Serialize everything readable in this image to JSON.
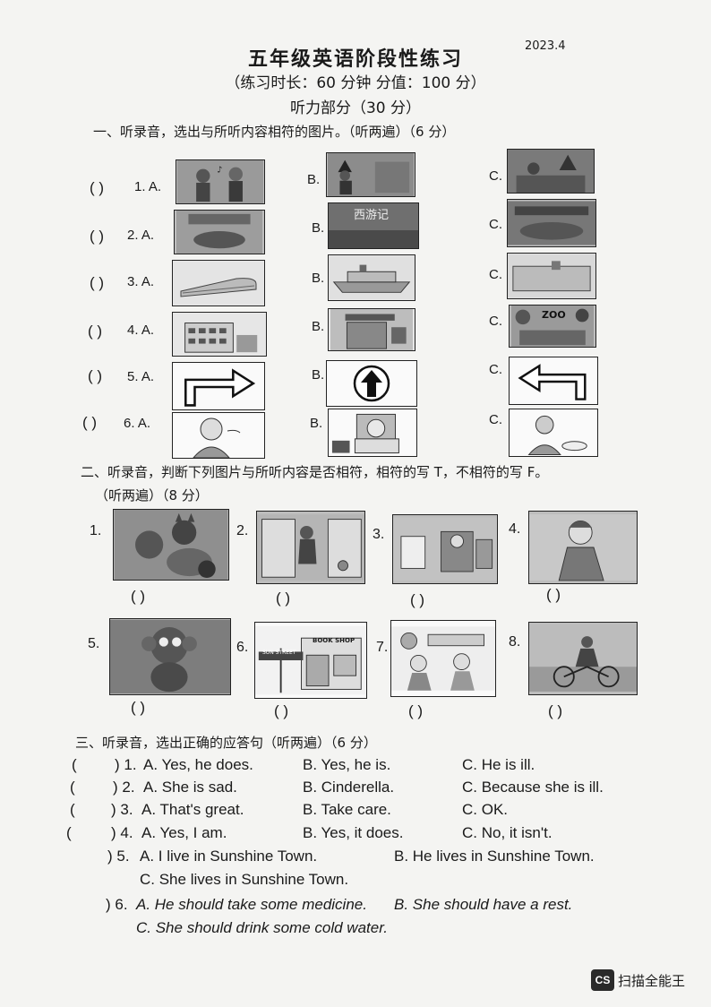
{
  "header": {
    "title": "五年级英语阶段性练习",
    "date": "2023.4",
    "subtitle": "（练习时长：60 分钟    分值：100 分）",
    "section_heading": "听力部分（30 分）"
  },
  "section1": {
    "instruction": "一、听录音，选出与所听内容相符的图片。（听两遍）（6 分）",
    "rows": [
      {
        "blank": "(      )",
        "num": "1. A.",
        "b": "B.",
        "c": "C."
      },
      {
        "blank": "(      )",
        "num": "2. A.",
        "b": "B.",
        "c": "C."
      },
      {
        "blank": "(      )",
        "num": "3. A.",
        "b": "B.",
        "c": "C."
      },
      {
        "blank": "(      )",
        "num": "4. A.",
        "b": "B.",
        "c": "C."
      },
      {
        "blank": "(      )",
        "num": "5. A.",
        "b": "B.",
        "c": "C."
      },
      {
        "blank": "(      )",
        "num": "6. A.",
        "b": "B.",
        "c": "C."
      }
    ],
    "pic_text": {
      "book_title": "西游记",
      "zoo": "ZOO"
    }
  },
  "section2": {
    "instruction": "二、听录音，判断下列图片与所听内容是否相符，相符的写 T，不相符的写 F。",
    "instruction2": "（听两遍）（8 分）",
    "numbers": [
      "1.",
      "2.",
      "3.",
      "4.",
      "5.",
      "6.",
      "7.",
      "8."
    ],
    "blank": "(      )",
    "pic_text": {
      "book_shop": "BOOK SHOP",
      "sunshine_street": "SUN STREET"
    }
  },
  "section3": {
    "instruction": "三、听录音，选出正确的应答句（听两遍）（6 分）",
    "questions": [
      {
        "num": ") 1.",
        "a": "A. Yes, he does.",
        "b": "B. Yes, he is.",
        "c": "C. He is ill."
      },
      {
        "num": ") 2.",
        "a": "A. She is sad.",
        "b": "B. Cinderella.",
        "c": "C. Because she is ill."
      },
      {
        "num": ") 3.",
        "a": "A. That's great.",
        "b": "B. Take care.",
        "c": "C. OK."
      },
      {
        "num": ") 4.",
        "a": "A. Yes, I am.",
        "b": "B. Yes, it does.",
        "c": "C. No, it isn't."
      },
      {
        "num": ") 5.",
        "a": "A. I live in Sunshine Town.",
        "b": "B. He lives in Sunshine Town.",
        "c": "C. She lives in Sunshine Town."
      },
      {
        "num": ") 6.",
        "a": "A. He should take some medicine.",
        "b": "B. She should have a rest.",
        "c": "C. She should drink some cold water."
      }
    ],
    "open_paren": "("
  },
  "footer": {
    "logo": "CS",
    "app_name": "扫描全能王"
  }
}
